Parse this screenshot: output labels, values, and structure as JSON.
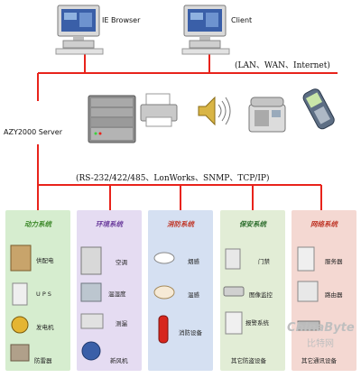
{
  "top_nodes": {
    "ie_browser": "IE Browser",
    "client": "Client"
  },
  "networks": {
    "upper": "(LAN、WAN、Internet)",
    "lower": "(RS-232/422/485、LonWorks、SNMP、TCP/IP)"
  },
  "server": {
    "label": "AZY2000 Server"
  },
  "systems": [
    {
      "title": "动力系统",
      "items": [
        "供配电",
        "U P S",
        "发电机",
        "防雷器"
      ]
    },
    {
      "title": "环境系统",
      "items": [
        "空调",
        "温湿度",
        "测漏",
        "新风机"
      ]
    },
    {
      "title": "消防系统",
      "items": [
        "烟感",
        "温感",
        "消防设备"
      ]
    },
    {
      "title": "保安系统",
      "items": [
        "门禁",
        "图像监控",
        "报警系统",
        "其它防盗设备"
      ]
    },
    {
      "title": "网络系统",
      "items": [
        "服务器",
        "路由器",
        "其它通讯设备"
      ]
    }
  ],
  "watermark": {
    "brand": "ChinaByte",
    "sub": "比特网"
  },
  "colors": {
    "line_red": "#e8231b",
    "panel_power": "#d6edcf",
    "panel_env": "#e5dcf2",
    "panel_fire": "#d5e0f2",
    "panel_security": "#e2edd6",
    "panel_network": "#f4d8d2",
    "title_power": "#3f8a2c",
    "title_env": "#6d3f9e",
    "title_fire": "#c0392b",
    "title_security": "#2f6f2f",
    "title_network": "#c0392b"
  }
}
